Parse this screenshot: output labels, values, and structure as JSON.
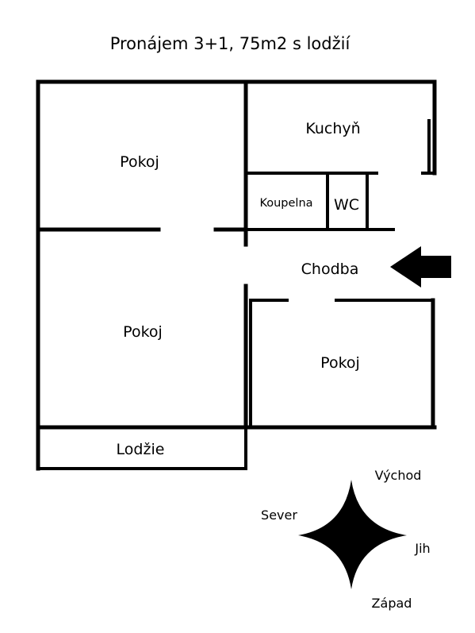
{
  "title": "Pronájem 3+1, 75m2 s lodžií",
  "rooms": {
    "pokoj_top_left": "Pokoj",
    "kuchyn": "Kuchyň",
    "koupelna": "Koupelna",
    "wc": "WC",
    "chodba": "Chodba",
    "pokoj_middle_left": "Pokoj",
    "pokoj_bottom_right": "Pokoj",
    "lodzie": "Lodžie"
  },
  "compass": {
    "vychod": "Východ",
    "sever": "Sever",
    "jih": "Jih",
    "zapad": "Západ"
  },
  "icons": {
    "entrance": "entrance-arrow-icon",
    "compass": "compass-star-icon"
  }
}
